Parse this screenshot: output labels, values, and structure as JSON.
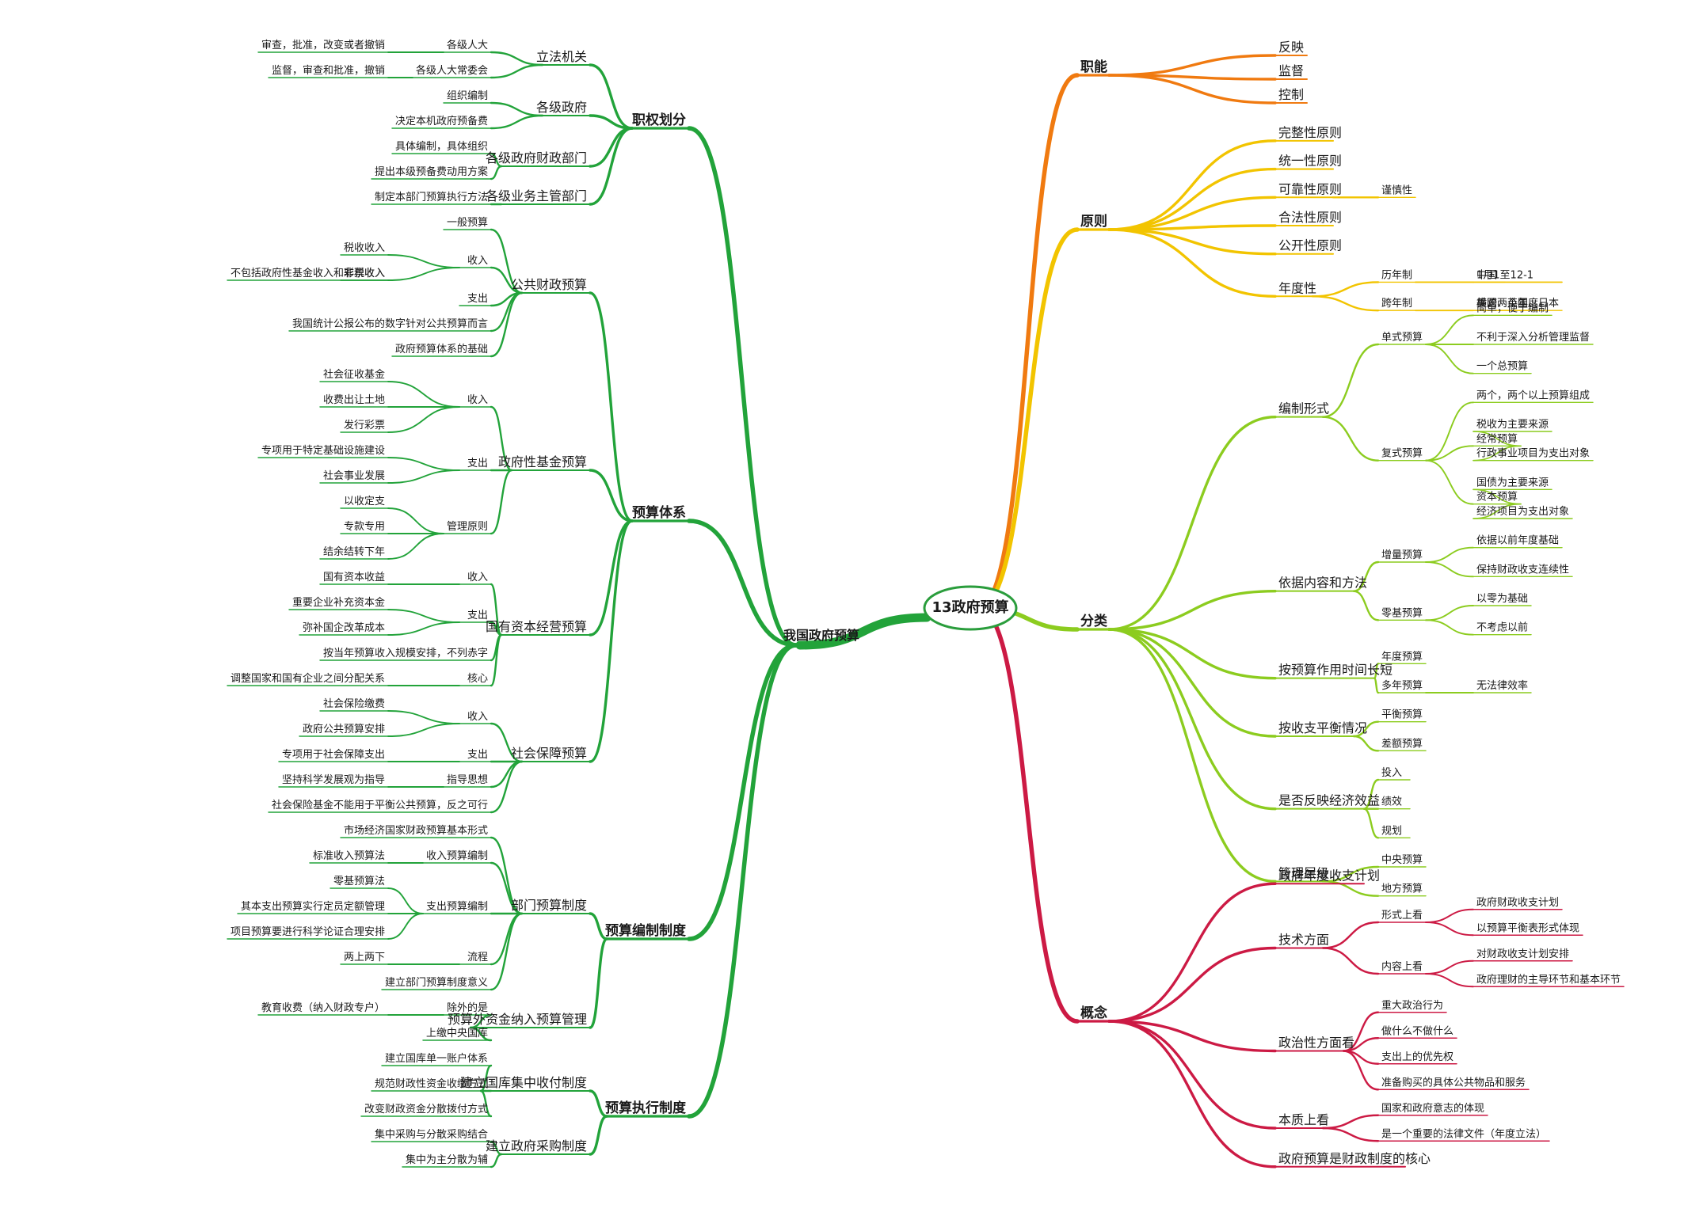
{
  "center": {
    "label": "13政府预算",
    "color": "#cc0033"
  },
  "colors": {
    "left": "#22a33a",
    "fn": "#f07a10",
    "pr": "#f2c400",
    "cls": "#8ccc1f",
    "con": "#cc1a44"
  },
  "left": {
    "label": "我国政府预算",
    "children": [
      {
        "label": "职权划分",
        "children": [
          {
            "label": "立法机关",
            "children": [
              {
                "label": "各级人大",
                "children": [
                  {
                    "label": "审查，批准，改变或者撤销"
                  }
                ]
              },
              {
                "label": "各级人大常委会",
                "children": [
                  {
                    "label": "监督，审查和批准，撤销"
                  }
                ]
              }
            ]
          },
          {
            "label": "各级政府",
            "children": [
              {
                "label": "组织编制"
              },
              {
                "label": "决定本机政府预备费"
              }
            ]
          },
          {
            "label": "各级政府财政部门",
            "children": [
              {
                "label": "具体编制，具体组织"
              },
              {
                "label": "提出本级预备费动用方案"
              }
            ]
          },
          {
            "label": "各级业务主管部门",
            "children": [
              {
                "label": "制定本部门预算执行方法"
              }
            ]
          }
        ]
      },
      {
        "label": "预算体系",
        "children": [
          {
            "label": "公共财政预算",
            "children": [
              {
                "label": "一般预算"
              },
              {
                "label": "收入",
                "children": [
                  {
                    "label": "税收收入"
                  },
                  {
                    "label": "非税收入",
                    "children": [
                      {
                        "label": "不包括政府性基金收入和彩票收入"
                      }
                    ]
                  }
                ]
              },
              {
                "label": "支出"
              },
              {
                "label": "我国统计公报公布的数字针对公共预算而言"
              },
              {
                "label": "政府预算体系的基础"
              }
            ]
          },
          {
            "label": "政府性基金预算",
            "children": [
              {
                "label": "收入",
                "children": [
                  {
                    "label": "社会征收基金"
                  },
                  {
                    "label": "收费出让土地"
                  },
                  {
                    "label": "发行彩票"
                  }
                ]
              },
              {
                "label": "支出",
                "children": [
                  {
                    "label": "专项用于特定基础设施建设"
                  },
                  {
                    "label": "社会事业发展"
                  }
                ]
              },
              {
                "label": "管理原则",
                "children": [
                  {
                    "label": "以收定支"
                  },
                  {
                    "label": "专款专用"
                  },
                  {
                    "label": "结余结转下年"
                  }
                ]
              }
            ]
          },
          {
            "label": "国有资本经营预算",
            "children": [
              {
                "label": "收入",
                "children": [
                  {
                    "label": "国有资本收益"
                  }
                ]
              },
              {
                "label": "支出",
                "children": [
                  {
                    "label": "重要企业补充资本金"
                  },
                  {
                    "label": "弥补国企改革成本"
                  }
                ]
              },
              {
                "label": "按当年预算收入规模安排，不列赤字"
              },
              {
                "label": "核心",
                "children": [
                  {
                    "label": "调整国家和国有企业之间分配关系"
                  }
                ]
              }
            ]
          },
          {
            "label": "社会保障预算",
            "children": [
              {
                "label": "收入",
                "children": [
                  {
                    "label": "社会保险缴费"
                  },
                  {
                    "label": "政府公共预算安排"
                  }
                ]
              },
              {
                "label": "支出",
                "children": [
                  {
                    "label": "专项用于社会保障支出"
                  }
                ]
              },
              {
                "label": "指导思想",
                "children": [
                  {
                    "label": "坚持科学发展观为指导"
                  }
                ]
              },
              {
                "label": "社会保险基金不能用于平衡公共预算，反之可行"
              }
            ]
          }
        ]
      },
      {
        "label": "预算编制制度",
        "children": [
          {
            "label": "部门预算制度",
            "children": [
              {
                "label": "市场经济国家财政预算基本形式"
              },
              {
                "label": "收入预算编制",
                "children": [
                  {
                    "label": "标准收入预算法"
                  }
                ]
              },
              {
                "label": "支出预算编制",
                "children": [
                  {
                    "label": "零基预算法"
                  },
                  {
                    "label": "其本支出预算实行定员定额管理"
                  },
                  {
                    "label": "项目预算要进行科学论证合理安排"
                  }
                ]
              },
              {
                "label": "流程",
                "children": [
                  {
                    "label": "两上两下"
                  }
                ]
              },
              {
                "label": "建立部门预算制度意义"
              }
            ]
          },
          {
            "label": "预算外资金纳入预算管理",
            "children": [
              {
                "label": "除外的是",
                "children": [
                  {
                    "label": "教育收费（纳入财政专户）"
                  }
                ]
              },
              {
                "label": "上缴中央国库"
              }
            ]
          }
        ]
      },
      {
        "label": "预算执行制度",
        "children": [
          {
            "label": "建立国库集中收付制度",
            "children": [
              {
                "label": "建立国库单一账户体系"
              },
              {
                "label": "规范财政性资金收缴方式"
              },
              {
                "label": "改变财政资金分散拨付方式"
              }
            ]
          },
          {
            "label": "建立政府采购制度",
            "children": [
              {
                "label": "集中采购与分散采购结合"
              },
              {
                "label": "集中为主分散为辅"
              }
            ]
          }
        ]
      }
    ]
  },
  "right": [
    {
      "label": "职能",
      "children": [
        {
          "label": "反映"
        },
        {
          "label": "监督"
        },
        {
          "label": "控制"
        }
      ]
    },
    {
      "label": "原则",
      "children": [
        {
          "label": "完整性原则"
        },
        {
          "label": "统一性原则"
        },
        {
          "label": "可靠性原则",
          "children": [
            {
              "label": "谨慎性"
            }
          ]
        },
        {
          "label": "合法性原则"
        },
        {
          "label": "公开性原则"
        },
        {
          "label": "年度性",
          "children": [
            {
              "label": "历年制",
              "children": [
                {
                  "label": "1月1至12-1",
                  "children": [
                    {
                      "label": "中国"
                    }
                  ]
                }
              ]
            },
            {
              "label": "跨年制",
              "children": [
                {
                  "label": "横跨两个年度",
                  "children": [
                    {
                      "label": "美国、英国、日本"
                    }
                  ]
                }
              ]
            }
          ]
        }
      ]
    },
    {
      "label": "分类",
      "children": [
        {
          "label": "编制形式",
          "children": [
            {
              "label": "单式预算",
              "children": [
                {
                  "label": "简单，便于编制"
                },
                {
                  "label": "不利于深入分析管理监督"
                },
                {
                  "label": "一个总预算"
                }
              ]
            },
            {
              "label": "复式预算",
              "children": [
                {
                  "label": "两个，两个以上预算组成"
                },
                {
                  "label": "经常预算",
                  "children": [
                    {
                      "label": "税收为主要来源"
                    },
                    {
                      "label": "行政事业项目为支出对象"
                    }
                  ]
                },
                {
                  "label": "资本预算",
                  "children": [
                    {
                      "label": "国债为主要来源"
                    },
                    {
                      "label": "经济项目为支出对象"
                    }
                  ]
                }
              ]
            }
          ]
        },
        {
          "label": "依据内容和方法",
          "children": [
            {
              "label": "增量预算",
              "children": [
                {
                  "label": "依据以前年度基础"
                },
                {
                  "label": "保持财政收支连续性"
                }
              ]
            },
            {
              "label": "零基预算",
              "children": [
                {
                  "label": "以零为基础"
                },
                {
                  "label": "不考虑以前"
                }
              ]
            }
          ]
        },
        {
          "label": "按预算作用时间长短",
          "children": [
            {
              "label": "年度预算"
            },
            {
              "label": "多年预算",
              "children": [
                {
                  "label": "无法律效率"
                }
              ]
            }
          ]
        },
        {
          "label": "按收支平衡情况",
          "children": [
            {
              "label": "平衡预算"
            },
            {
              "label": "差额预算"
            }
          ]
        },
        {
          "label": "是否反映经济效益",
          "children": [
            {
              "label": "投入"
            },
            {
              "label": "绩效"
            },
            {
              "label": "规划"
            }
          ]
        },
        {
          "label": "管理层级",
          "children": [
            {
              "label": "中央预算"
            },
            {
              "label": "地方预算"
            }
          ]
        }
      ]
    },
    {
      "label": "概念",
      "children": [
        {
          "label": "政府年度收支计划"
        },
        {
          "label": "技术方面",
          "children": [
            {
              "label": "形式上看",
              "children": [
                {
                  "label": "政府财政收支计划"
                },
                {
                  "label": "以预算平衡表形式体现"
                }
              ]
            },
            {
              "label": "内容上看",
              "children": [
                {
                  "label": "对财政收支计划安排"
                },
                {
                  "label": "政府理财的主导环节和基本环节"
                }
              ]
            }
          ]
        },
        {
          "label": "政治性方面看",
          "children": [
            {
              "label": "重大政治行为"
            },
            {
              "label": "做什么不做什么"
            },
            {
              "label": "支出上的优先权"
            },
            {
              "label": "准备购买的具体公共物品和服务"
            }
          ]
        },
        {
          "label": "本质上看",
          "children": [
            {
              "label": "国家和政府意志的体现"
            },
            {
              "label": "是一个重要的法律文件（年度立法）"
            }
          ]
        },
        {
          "label": "政府预算是财政制度的核心"
        }
      ]
    }
  ]
}
